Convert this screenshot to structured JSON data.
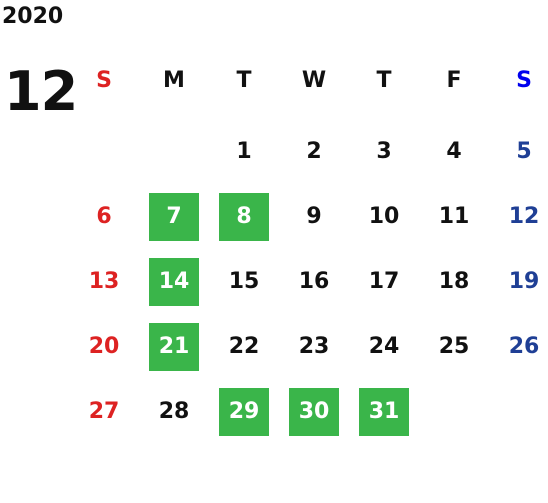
{
  "calendar": {
    "year": "2020",
    "month": "12",
    "weekdays": [
      "S",
      "M",
      "T",
      "W",
      "T",
      "F",
      "S"
    ],
    "weeks": [
      [
        {
          "day": ""
        },
        {
          "day": ""
        },
        {
          "day": "1"
        },
        {
          "day": "2"
        },
        {
          "day": "3"
        },
        {
          "day": "4"
        },
        {
          "day": "5"
        }
      ],
      [
        {
          "day": "6"
        },
        {
          "day": "7",
          "highlight": true
        },
        {
          "day": "8",
          "highlight": true
        },
        {
          "day": "9"
        },
        {
          "day": "10"
        },
        {
          "day": "11"
        },
        {
          "day": "12"
        }
      ],
      [
        {
          "day": "13"
        },
        {
          "day": "14",
          "highlight": true
        },
        {
          "day": "15"
        },
        {
          "day": "16"
        },
        {
          "day": "17"
        },
        {
          "day": "18"
        },
        {
          "day": "19"
        }
      ],
      [
        {
          "day": "20"
        },
        {
          "day": "21",
          "highlight": true
        },
        {
          "day": "22"
        },
        {
          "day": "23"
        },
        {
          "day": "24"
        },
        {
          "day": "25"
        },
        {
          "day": "26"
        }
      ],
      [
        {
          "day": "27"
        },
        {
          "day": "28"
        },
        {
          "day": "29",
          "highlight": true
        },
        {
          "day": "30",
          "highlight": true
        },
        {
          "day": "31",
          "highlight": true
        },
        {
          "day": ""
        },
        {
          "day": ""
        }
      ]
    ]
  },
  "colors": {
    "highlight_bg": "#3ab54a",
    "sunday": "#dd2222",
    "saturday": "#1f3f95",
    "saturday_header": "#0000ee",
    "text": "#111111"
  }
}
